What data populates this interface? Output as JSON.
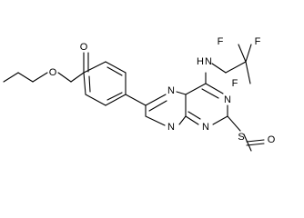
{
  "molecule": {
    "atoms": {
      "O_carbonyl": "O",
      "O_ester": "O",
      "N_H": "H",
      "N_amine": "N",
      "F_left": "F",
      "F_right": "F",
      "F_bottom": "F",
      "N_ring_top": "N",
      "N_ring_bottom": "N",
      "N_pyr_right": "N",
      "N_pyr_left": "N",
      "S": "S",
      "O_sulfoxide": "O"
    }
  }
}
